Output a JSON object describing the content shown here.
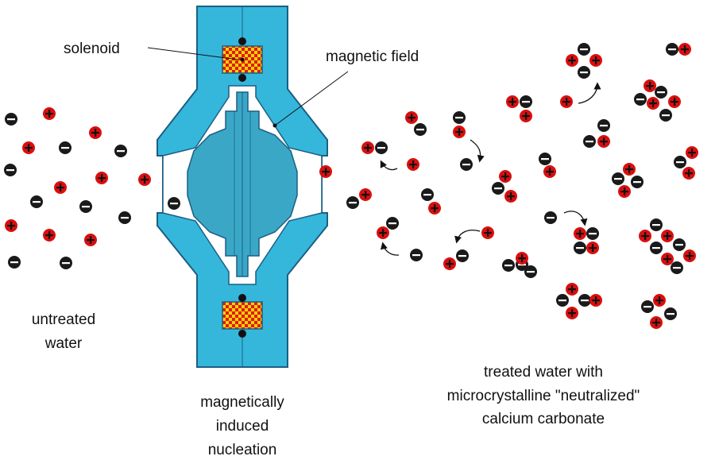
{
  "labels": {
    "solenoid": "solenoid",
    "magnetic_field": "magnetic field",
    "untreated_line1": "untreated",
    "untreated_line2": "water",
    "nucleation_line1": "magnetically",
    "nucleation_line2": "induced",
    "nucleation_line3": "nucleation",
    "treated_line1": "treated water with",
    "treated_line2": "microcrystalline \"neutralized\"",
    "treated_line3": "calcium carbonate"
  },
  "colors": {
    "device_fill": "#35b7dc",
    "device_outline": "#1c5f82",
    "core_fill": "#3aa7c7",
    "coil_red": "#e01a1a",
    "coil_yellow": "#f7d200",
    "positive_ion": "#d90f0f",
    "negative_ion": "#1a1a1a",
    "text": "#111111"
  },
  "legend_symbols": {
    "positive": "+",
    "negative": "−"
  }
}
